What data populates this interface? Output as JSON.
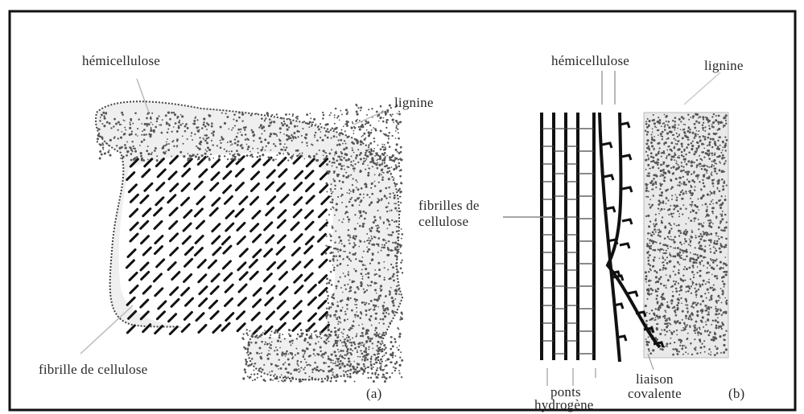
{
  "labels": {
    "hemicellulose_a": "hémicellulose",
    "lignine_a": "lignine",
    "fibrille_a": "fibrille de cellulose",
    "panel_a": "(a)",
    "hemicellulose_b": "hémicellulose",
    "lignine_b": "lignine",
    "fibrilles_b_line1": "fibrilles de",
    "fibrilles_b_line2": "cellulose",
    "ponts_line1": "ponts",
    "ponts_line2": "hydrogène",
    "liaison_line1": "liaison",
    "liaison_line2": "covalente",
    "panel_b": "(b)"
  },
  "colors": {
    "ink": "#1a1a1a",
    "frame": "#111111",
    "background": "#ffffff",
    "lead": "#aaaaaa"
  }
}
